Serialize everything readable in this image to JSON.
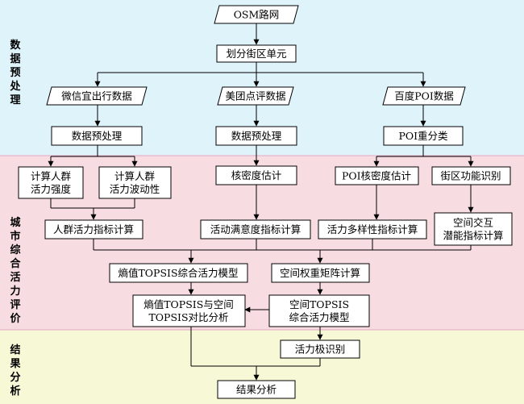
{
  "sections": [
    {
      "id": "preprocess",
      "label": "数据预处理",
      "color": "#dff3fb"
    },
    {
      "id": "evaluation",
      "label": "城市综合活力评价",
      "color": "#f7dde2"
    },
    {
      "id": "results",
      "label": "结果分析",
      "color": "#f6f8d6"
    }
  ],
  "nodes": {
    "osm": "OSM路网",
    "block": "划分街区单元",
    "wechat": "微信宜出行数据",
    "meituan": "美团点评数据",
    "baidu": "百度POI数据",
    "pre1": "数据预处理",
    "pre2": "数据预处理",
    "poi_reclass": "POI重分类",
    "crowd_intensity": [
      "计算人群",
      "活力强度"
    ],
    "crowd_fluct": [
      "计算人群",
      "活力波动性"
    ],
    "kde": "核密度估计",
    "poi_kde": "POI核密度估计",
    "func_id": "街区功能识别",
    "crowd_index": "人群活力指标计算",
    "satisfaction": "活动满意度指标计算",
    "diversity": "活力多样性指标计算",
    "interaction": [
      "空间交互",
      "潜能指标计算"
    ],
    "entropy_model": "熵值TOPSIS综合活力模型",
    "weight_matrix": "空间权重矩阵计算",
    "compare": [
      "熵值TOPSIS与空间",
      "TOPSIS对比分析"
    ],
    "spatial_model": [
      "空间TOPSIS",
      "综合活力模型"
    ],
    "pole": "活力极识别",
    "result": "结果分析"
  }
}
